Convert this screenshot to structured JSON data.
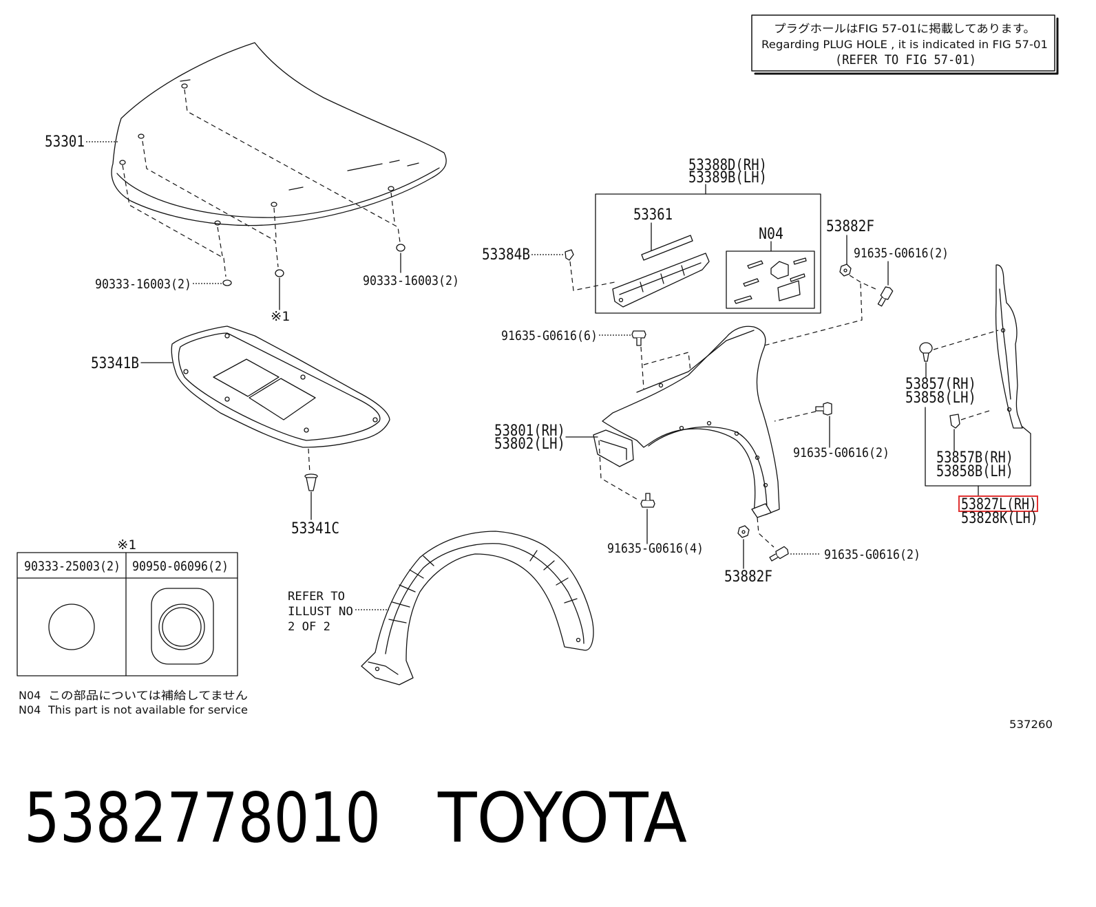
{
  "notice": {
    "line_ja": "プラグホールはFIG 57-01に掲載してあります。",
    "line_en": "Regarding PLUG HOLE , it is indicated in FIG 57-01",
    "line_ref": "(REFER TO FIG 57-01)"
  },
  "callouts": {
    "hood": "53301",
    "hood_clip_left": "90333-16003(2)",
    "hood_clip_right": "90333-16003(2)",
    "hood_clip_mark": "※1",
    "insulator": "53341B",
    "insulator_clip": "53341C",
    "seal_set_rh": "53388D(RH)",
    "seal_set_lh": "53389B(LH)",
    "seal": "53361",
    "n04_group": "N04",
    "washer_upper": "53882F",
    "bolt_upper": "91635-G0616(2)",
    "clip_front": "53384B",
    "bolt_fender_top": "91635-G0616(6)",
    "fender_rh": "53801(RH)",
    "fender_lh": "53802(LH)",
    "bolt_fender_mid": "91635-G0616(2)",
    "clip_seal_rh": "53857(RH)",
    "clip_seal_lh": "53858(LH)",
    "clip_seal_b_rh": "53857B(RH)",
    "clip_seal_b_lh": "53858B(LH)",
    "fender_seal_rh": "53827L(RH)",
    "fender_seal_lh": "53828K(LH)",
    "bolt_fender_lower": "91635-G0616(4)",
    "washer_lower": "53882F",
    "bolt_fender_rear": "91635-G0616(2)",
    "liner_ref_1": "REFER TO",
    "liner_ref_2": "ILLUST NO",
    "liner_ref_3": "2 OF 2"
  },
  "ref_table": {
    "mark": "※1",
    "col1": "90333-25003(2)",
    "col2": "90950-06096(2)"
  },
  "footnotes": [
    {
      "code": "N04",
      "text": "この部品については補給してません"
    },
    {
      "code": "N04",
      "text": "This part is not available for service"
    }
  ],
  "figure_number": "537260",
  "caption": {
    "part_number": "5382778010",
    "brand": "TOYOTA"
  },
  "highlight_color": "#e03030",
  "line_color": "#111111"
}
